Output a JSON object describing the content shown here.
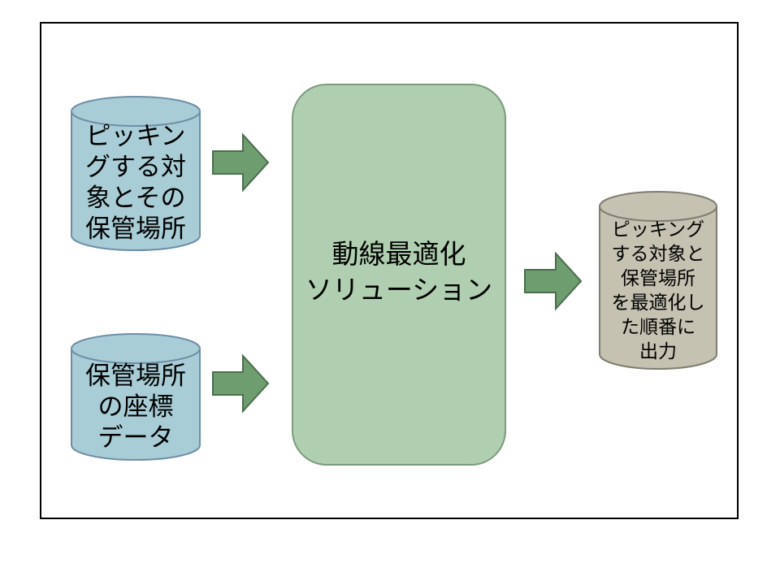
{
  "diagram": {
    "inputs": [
      {
        "lines": [
          "ピッキン",
          "グする対",
          "象とその",
          "保管場所"
        ]
      },
      {
        "lines": [
          "保管場所",
          "の座標",
          "データ"
        ]
      }
    ],
    "process": {
      "lines": [
        "動線最適化",
        "ソリューション"
      ]
    },
    "output": {
      "lines": [
        "ピッキング",
        "する対象と",
        "保管場所",
        "を最適化し",
        "た順番に",
        "出力"
      ]
    },
    "colors": {
      "input_fill": "#a9cdd6",
      "input_stroke": "#6e8ea8",
      "process_fill": "#b0cfb0",
      "process_stroke": "#7a9c7a",
      "output_fill": "#c5c2b2",
      "output_stroke": "#7f7d70",
      "arrow_fill": "#6e9e70",
      "arrow_stroke": "#4a6e4c"
    }
  }
}
